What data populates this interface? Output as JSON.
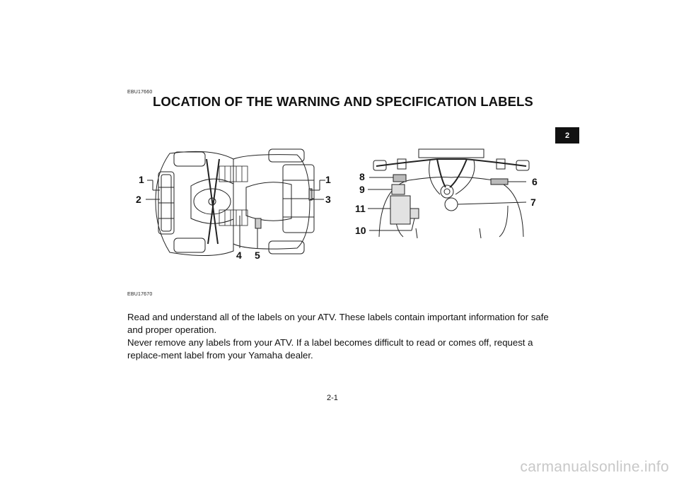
{
  "header": {
    "code_top": "EBU17660",
    "title": "LOCATION OF THE WARNING AND SPECIFICATION LABELS",
    "chapter_tab": "2"
  },
  "figure_left": {
    "callouts": [
      "1",
      "2",
      "1",
      "3",
      "4",
      "5"
    ]
  },
  "figure_right": {
    "callouts": [
      "8",
      "9",
      "11",
      "10",
      "6",
      "7"
    ]
  },
  "body": {
    "code": "EBU17670",
    "paragraph1": "Read and understand all of the labels on your ATV. These labels contain important information for safe and proper operation.",
    "paragraph2": "Never remove any labels from your ATV. If a label becomes difficult to read or comes off, request a replace-ment label from your Yamaha dealer."
  },
  "footer": {
    "page_number": "2-1",
    "watermark": "carmanualsonline.info"
  }
}
